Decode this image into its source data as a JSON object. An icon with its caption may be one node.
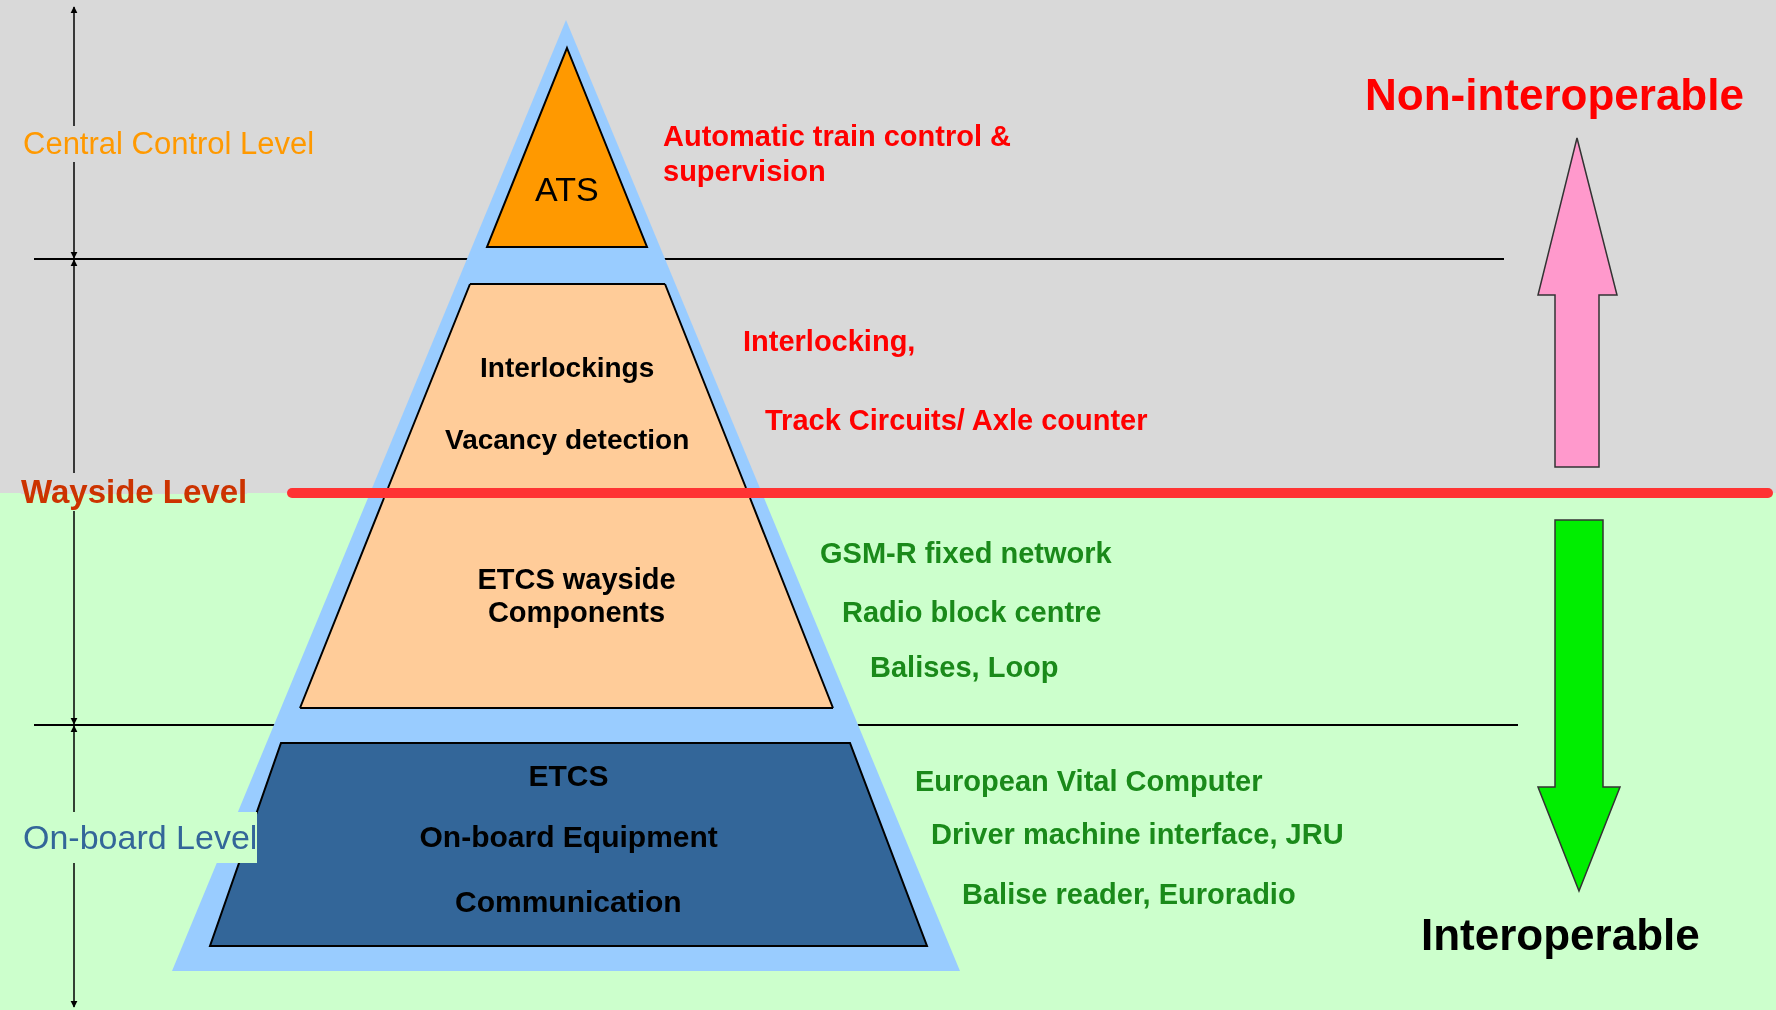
{
  "diagram": {
    "nodes": [
      {
        "text": [
          "ATS"
        ],
        "beside": [
          "Automatic train control & supervision"
        ]
      },
      {
        "text": [
          "Interlockings",
          "Vacancy detection"
        ],
        "beside": [
          "Interlocking,",
          "Track Circuits/ Axle counter"
        ]
      },
      {
        "text": [
          "ETCS wayside Components"
        ],
        "beside": [
          "GSM-R fixed network",
          "Radio block centre",
          "Balises, Loop"
        ]
      },
      {
        "text": [
          "ETCS",
          "On-board Equipment",
          "Communication"
        ],
        "beside": [
          "European Vital Computer",
          "Driver machine interface, JRU",
          "Balise reader, Euroradio"
        ]
      }
    ],
    "edges": [],
    "labels": [
      "Central Control Level",
      "Non-interoperable",
      "Wayside Level",
      "On-board Level",
      "Interoperable"
    ]
  }
}
